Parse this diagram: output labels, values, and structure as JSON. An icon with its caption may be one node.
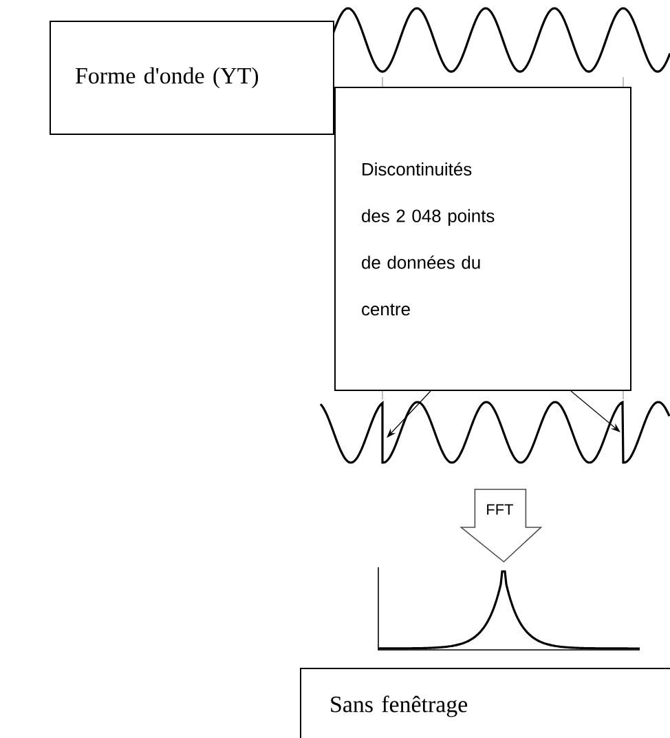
{
  "diagram": {
    "nodes": [
      {
        "text": [
          "Forme d'onde (YT)"
        ]
      },
      {
        "text": [
          "Discontinuités des 2 048 points de données du centre"
        ]
      },
      {
        "text": [],
        "shape": "picture"
      },
      {
        "text": [],
        "shape": "picture"
      },
      {
        "text": [],
        "shape": "picture"
      },
      {
        "text": [
          "Sans fenêtrage"
        ]
      }
    ],
    "edges": [
      {
        "from": 1,
        "to": 3,
        "arrow": "to"
      },
      {
        "from": 1,
        "to": 3,
        "arrow": "to"
      },
      {
        "from": 3,
        "to": 4,
        "arrow": "to",
        "label": "FFT"
      }
    ]
  }
}
